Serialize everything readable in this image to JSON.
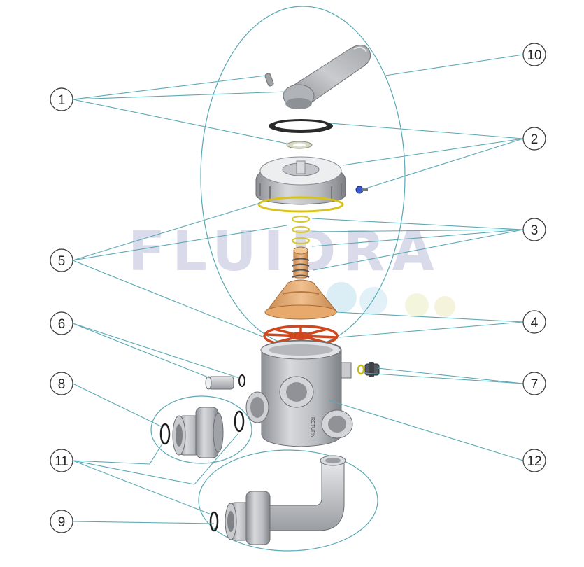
{
  "watermark": {
    "brand": "FLUIDRA",
    "color": "#d6d8ea"
  },
  "leader_color": "#5aa9b4",
  "callouts": [
    {
      "number": "1"
    },
    {
      "number": "2"
    },
    {
      "number": "3"
    },
    {
      "number": "4"
    },
    {
      "number": "5"
    },
    {
      "number": "6"
    },
    {
      "number": "7"
    },
    {
      "number": "8"
    },
    {
      "number": "9"
    },
    {
      "number": "10"
    },
    {
      "number": "11"
    },
    {
      "number": "12"
    }
  ],
  "body_port_labels": [
    "RETURN"
  ]
}
